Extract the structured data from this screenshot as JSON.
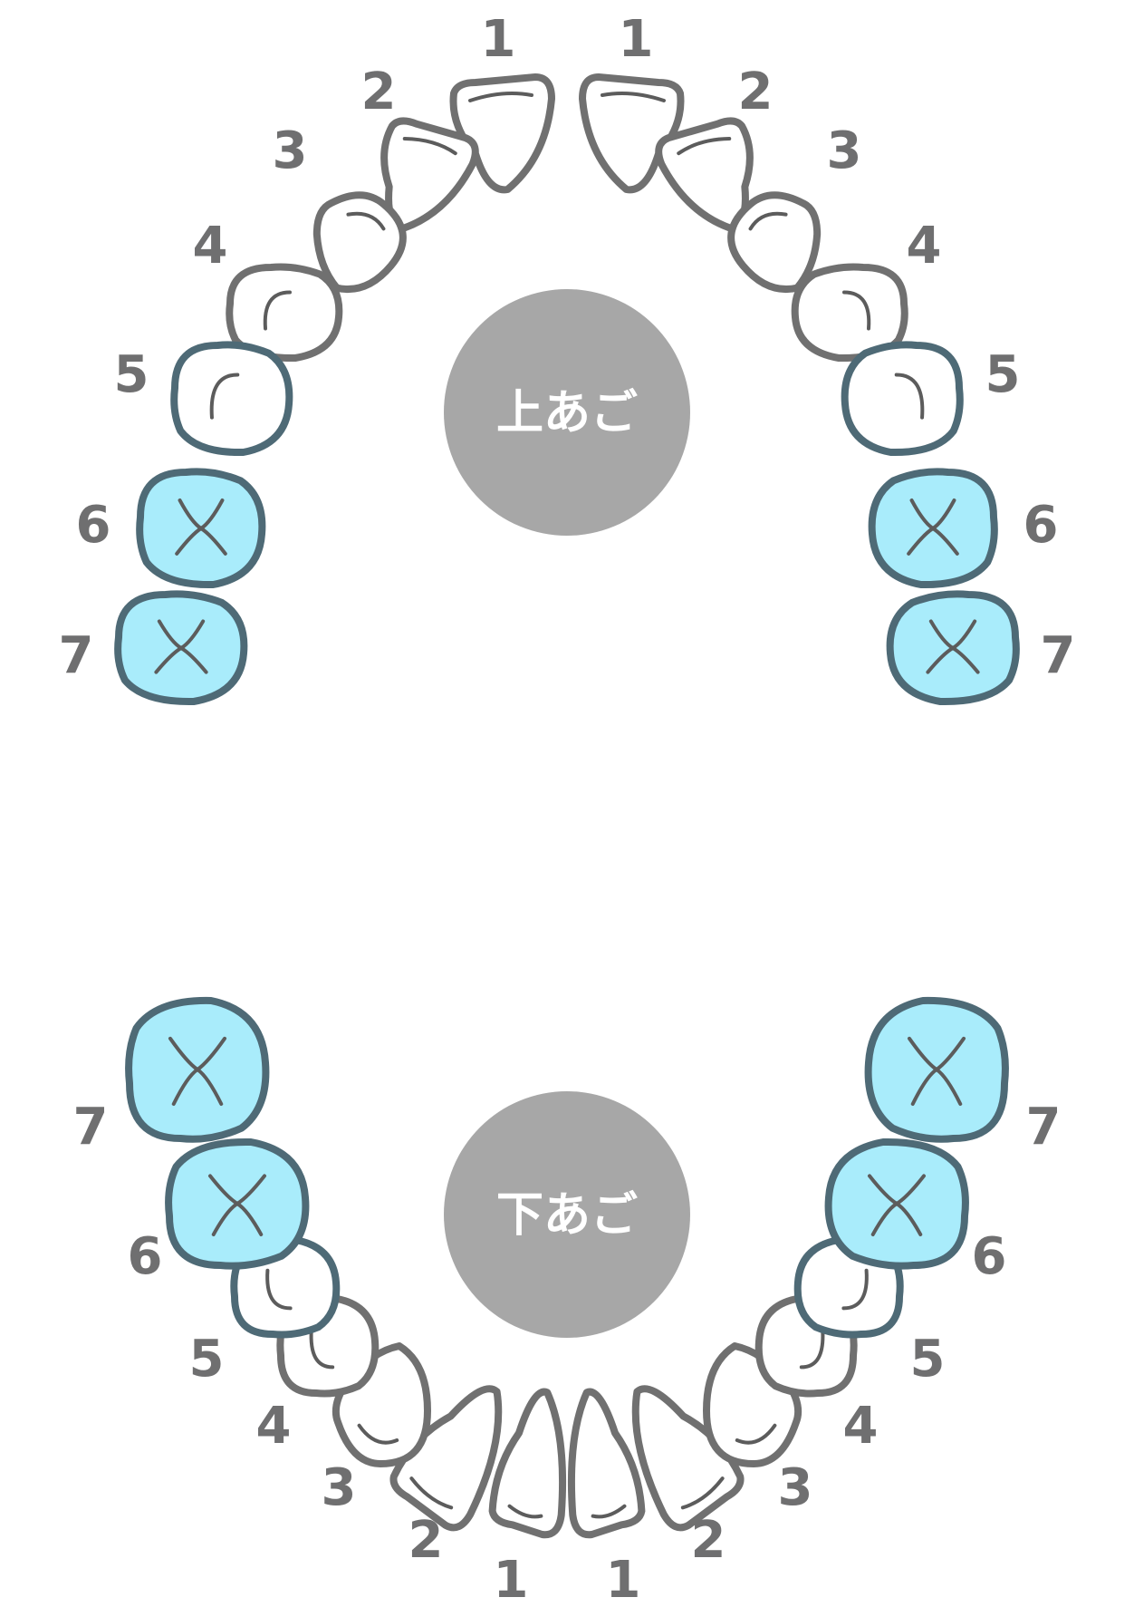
{
  "colors": {
    "tooth_outline": "#707070",
    "tooth_fill": "#ffffff",
    "highlight_fill": "#a9ecfb",
    "highlight_ring": "#4e6a76",
    "jaw_circle": "#a7a7a7",
    "label_text": "#ffffff",
    "number_text": "#6f6f70"
  },
  "upper": {
    "label": "上あご",
    "teeth": [
      {
        "side": "left",
        "num": "1",
        "type": "incisor",
        "highlighted": false
      },
      {
        "side": "left",
        "num": "2",
        "type": "incisor",
        "highlighted": false
      },
      {
        "side": "left",
        "num": "3",
        "type": "canine",
        "highlighted": false
      },
      {
        "side": "left",
        "num": "4",
        "type": "premolar",
        "highlighted": false
      },
      {
        "side": "left",
        "num": "5",
        "type": "premolar",
        "highlighted": false
      },
      {
        "side": "left",
        "num": "6",
        "type": "molar",
        "highlighted": true
      },
      {
        "side": "left",
        "num": "7",
        "type": "molar",
        "highlighted": true
      },
      {
        "side": "right",
        "num": "1",
        "type": "incisor",
        "highlighted": false
      },
      {
        "side": "right",
        "num": "2",
        "type": "incisor",
        "highlighted": false
      },
      {
        "side": "right",
        "num": "3",
        "type": "canine",
        "highlighted": false
      },
      {
        "side": "right",
        "num": "4",
        "type": "premolar",
        "highlighted": false
      },
      {
        "side": "right",
        "num": "5",
        "type": "premolar",
        "highlighted": false
      },
      {
        "side": "right",
        "num": "6",
        "type": "molar",
        "highlighted": true
      },
      {
        "side": "right",
        "num": "7",
        "type": "molar",
        "highlighted": true
      }
    ]
  },
  "lower": {
    "label": "下あご",
    "teeth": [
      {
        "side": "left",
        "num": "1",
        "type": "incisor",
        "highlighted": false
      },
      {
        "side": "left",
        "num": "2",
        "type": "incisor",
        "highlighted": false
      },
      {
        "side": "left",
        "num": "3",
        "type": "canine",
        "highlighted": false
      },
      {
        "side": "left",
        "num": "4",
        "type": "premolar",
        "highlighted": false
      },
      {
        "side": "left",
        "num": "5",
        "type": "premolar",
        "highlighted": false
      },
      {
        "side": "left",
        "num": "6",
        "type": "molar",
        "highlighted": true
      },
      {
        "side": "left",
        "num": "7",
        "type": "molar",
        "highlighted": true
      },
      {
        "side": "right",
        "num": "1",
        "type": "incisor",
        "highlighted": false
      },
      {
        "side": "right",
        "num": "2",
        "type": "incisor",
        "highlighted": false
      },
      {
        "side": "right",
        "num": "3",
        "type": "canine",
        "highlighted": false
      },
      {
        "side": "right",
        "num": "4",
        "type": "premolar",
        "highlighted": false
      },
      {
        "side": "right",
        "num": "5",
        "type": "premolar",
        "highlighted": false
      },
      {
        "side": "right",
        "num": "6",
        "type": "molar",
        "highlighted": true
      },
      {
        "side": "right",
        "num": "7",
        "type": "molar",
        "highlighted": true
      }
    ]
  }
}
